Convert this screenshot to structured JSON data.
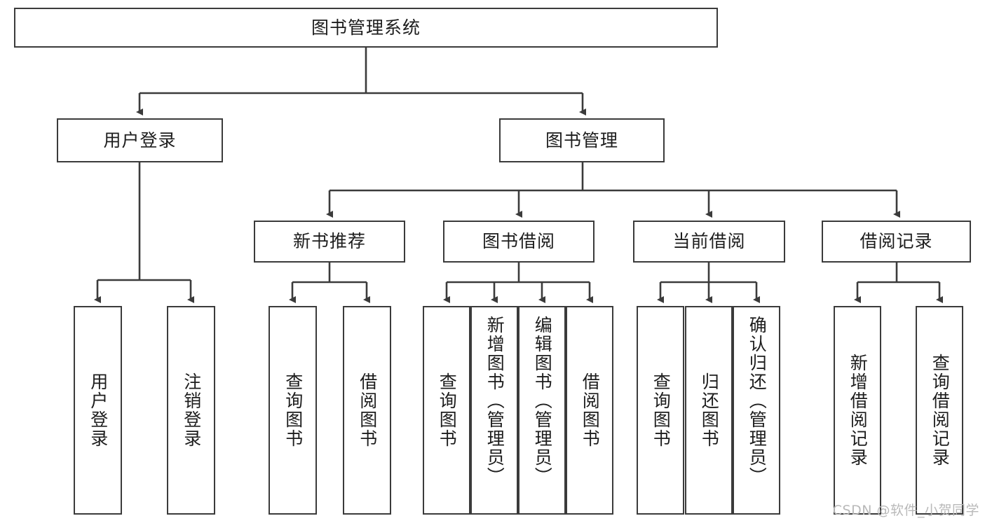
{
  "diagram": {
    "title": "图书管理系统",
    "type": "tree-hierarchy",
    "watermark": "CSDN @软件_小贺同学",
    "colors": {
      "box_border": "#3b3b3b",
      "box_fill": "#ffffff",
      "edge": "#3b3b3b",
      "text": "#1d1d1d",
      "watermark": "#b9b9b9",
      "background": "#ffffff"
    },
    "root": {
      "label": "图书管理系统"
    },
    "level1": [
      {
        "label": "用户登录"
      },
      {
        "label": "图书管理"
      }
    ],
    "level2": [
      {
        "label": "新书推荐"
      },
      {
        "label": "图书借阅"
      },
      {
        "label": "当前借阅"
      },
      {
        "label": "借阅记录"
      }
    ],
    "leaves": {
      "user_login": [
        {
          "label": "用户登录"
        },
        {
          "label": "注销登录"
        }
      ],
      "new_book_recommend": [
        {
          "label": "查询图书"
        },
        {
          "label": "借阅图书"
        }
      ],
      "book_borrow": [
        {
          "label": "查询图书"
        },
        {
          "label": "新增图书（管理员）"
        },
        {
          "label": "编辑图书（管理员）"
        },
        {
          "label": "借阅图书"
        }
      ],
      "current_borrow": [
        {
          "label": "查询图书"
        },
        {
          "label": "归还图书"
        },
        {
          "label": "确认归还（管理员）"
        }
      ],
      "borrow_records": [
        {
          "label": "新增借阅记录"
        },
        {
          "label": "查询借阅记录"
        }
      ]
    }
  }
}
